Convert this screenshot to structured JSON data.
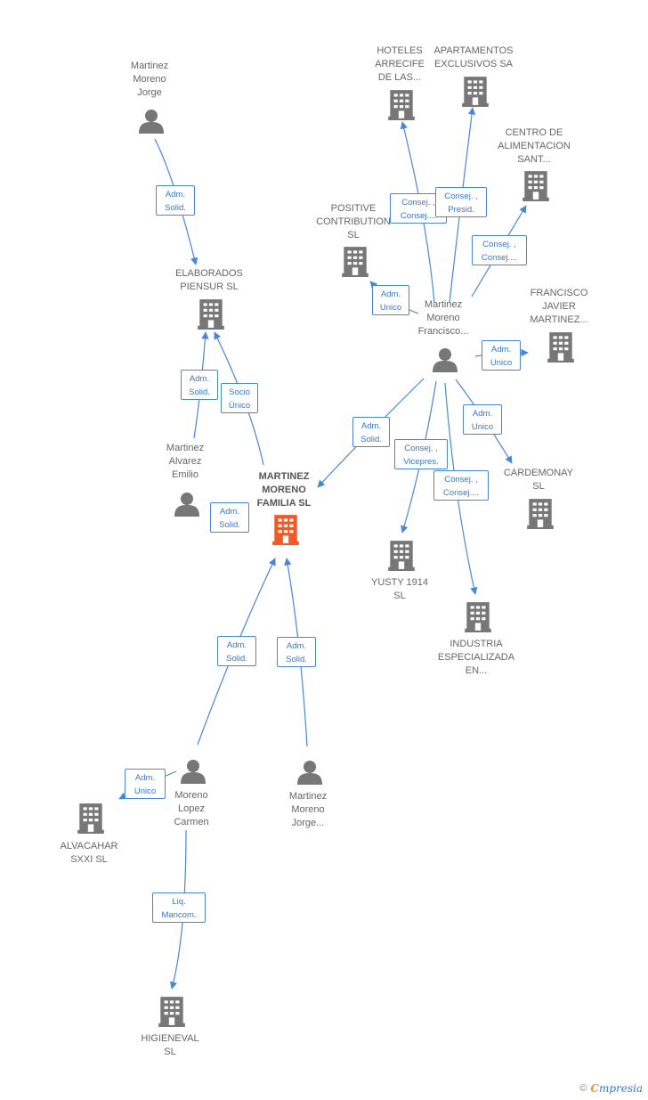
{
  "colors": {
    "edge": "#4a86d8",
    "node": "#777777",
    "focus": "#f05a28"
  },
  "nodes": [
    {
      "id": "jorge_top",
      "kind": "person",
      "label": "Martinez\nMoreno\nJorge"
    },
    {
      "id": "elaborados",
      "kind": "company",
      "label": "ELABORADOS\nPIENSUR SL"
    },
    {
      "id": "hoteles",
      "kind": "company",
      "label": "HOTELES\nARRECIFE\nDE LAS..."
    },
    {
      "id": "apartamentos",
      "kind": "company",
      "label": "APARTAMENTOS\nEXCLUSIVOS SA"
    },
    {
      "id": "centro",
      "kind": "company",
      "label": "CENTRO DE\nALIMENTACION\nSANT..."
    },
    {
      "id": "positive",
      "kind": "company",
      "label": "POSITIVE\nCONTRIBUTION\nSL"
    },
    {
      "id": "francisco_p",
      "kind": "person",
      "label": "Martinez\nMoreno\nFrancisco..."
    },
    {
      "id": "francisco_j",
      "kind": "company",
      "label": "FRANCISCO\nJAVIER\nMARTINEZ..."
    },
    {
      "id": "emilio",
      "kind": "person",
      "label": "Martinez\nAlvarez\nEmilio"
    },
    {
      "id": "familia",
      "kind": "focus",
      "label": "MARTINEZ\nMORENO\nFAMILIA SL"
    },
    {
      "id": "cardemonay",
      "kind": "company",
      "label": "CARDEMONAY\nSL"
    },
    {
      "id": "yusty",
      "kind": "company",
      "label": "YUSTY 1914\nSL"
    },
    {
      "id": "industria",
      "kind": "company",
      "label": "INDUSTRIA\nESPECIALIZADA\nEN..."
    },
    {
      "id": "carmen",
      "kind": "person",
      "label": "Moreno\nLopez\nCarmen"
    },
    {
      "id": "jorge_bottom",
      "kind": "person",
      "label": "Martinez\nMoreno\nJorge..."
    },
    {
      "id": "alvacahar",
      "kind": "company",
      "label": "ALVACAHAR\nSXXI SL"
    },
    {
      "id": "higieneval",
      "kind": "company",
      "label": "HIGIENEVAL\nSL"
    }
  ],
  "edges": [
    {
      "id": "e1",
      "label": "Adm.\nSolid."
    },
    {
      "id": "e2",
      "label": "Adm.\nSolid."
    },
    {
      "id": "e3",
      "label": "Socio\nÚnico"
    },
    {
      "id": "e4",
      "label": "Consej. ,\nConsej...."
    },
    {
      "id": "e5",
      "label": "Consej. ,\nPresid."
    },
    {
      "id": "e6",
      "label": "Consej. ,\nConsej...."
    },
    {
      "id": "e7",
      "label": "Adm.\nUnico"
    },
    {
      "id": "e8",
      "label": "Adm.\nUnico"
    },
    {
      "id": "e9",
      "label": "Adm.\nSolid."
    },
    {
      "id": "e10",
      "label": "Consej. ,\nVicepres."
    },
    {
      "id": "e11",
      "label": "Adm.\nUnico"
    },
    {
      "id": "e12",
      "label": "Consej. ,\nConsej...."
    },
    {
      "id": "e13",
      "label": "Adm.\nSolid."
    },
    {
      "id": "e14",
      "label": "Adm.\nSolid."
    },
    {
      "id": "e15",
      "label": "Adm.\nSolid."
    },
    {
      "id": "e16",
      "label": "Adm.\nUnico"
    },
    {
      "id": "e17",
      "label": "Liq.\nMancom."
    }
  ],
  "footer": {
    "copyright": "©",
    "brand_first": "C",
    "brand_rest": "mpresia"
  }
}
